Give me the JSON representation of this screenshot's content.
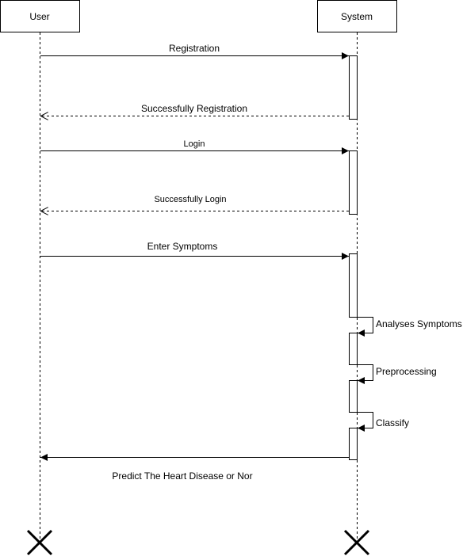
{
  "participants": [
    {
      "id": "user",
      "label": "User"
    },
    {
      "id": "system",
      "label": "System"
    }
  ],
  "messages": [
    {
      "label": "Registration",
      "from": "user",
      "to": "system",
      "kind": "call"
    },
    {
      "label": "Successfully Registration",
      "from": "system",
      "to": "user",
      "kind": "return"
    },
    {
      "label": "Login",
      "from": "user",
      "to": "system",
      "kind": "call"
    },
    {
      "label": "Successfully Login",
      "from": "system",
      "to": "user",
      "kind": "return"
    },
    {
      "label": "Enter Symptoms",
      "from": "user",
      "to": "system",
      "kind": "call"
    },
    {
      "label": "Analyses Symptoms",
      "from": "system",
      "to": "system",
      "kind": "self"
    },
    {
      "label": "Preprocessing",
      "from": "system",
      "to": "system",
      "kind": "self"
    },
    {
      "label": "Classify",
      "from": "system",
      "to": "system",
      "kind": "self"
    },
    {
      "label": "Predict The Heart Disease or Nor",
      "from": "system",
      "to": "user",
      "kind": "call"
    }
  ],
  "colors": {
    "line": "#000000",
    "background": "#ffffff"
  }
}
